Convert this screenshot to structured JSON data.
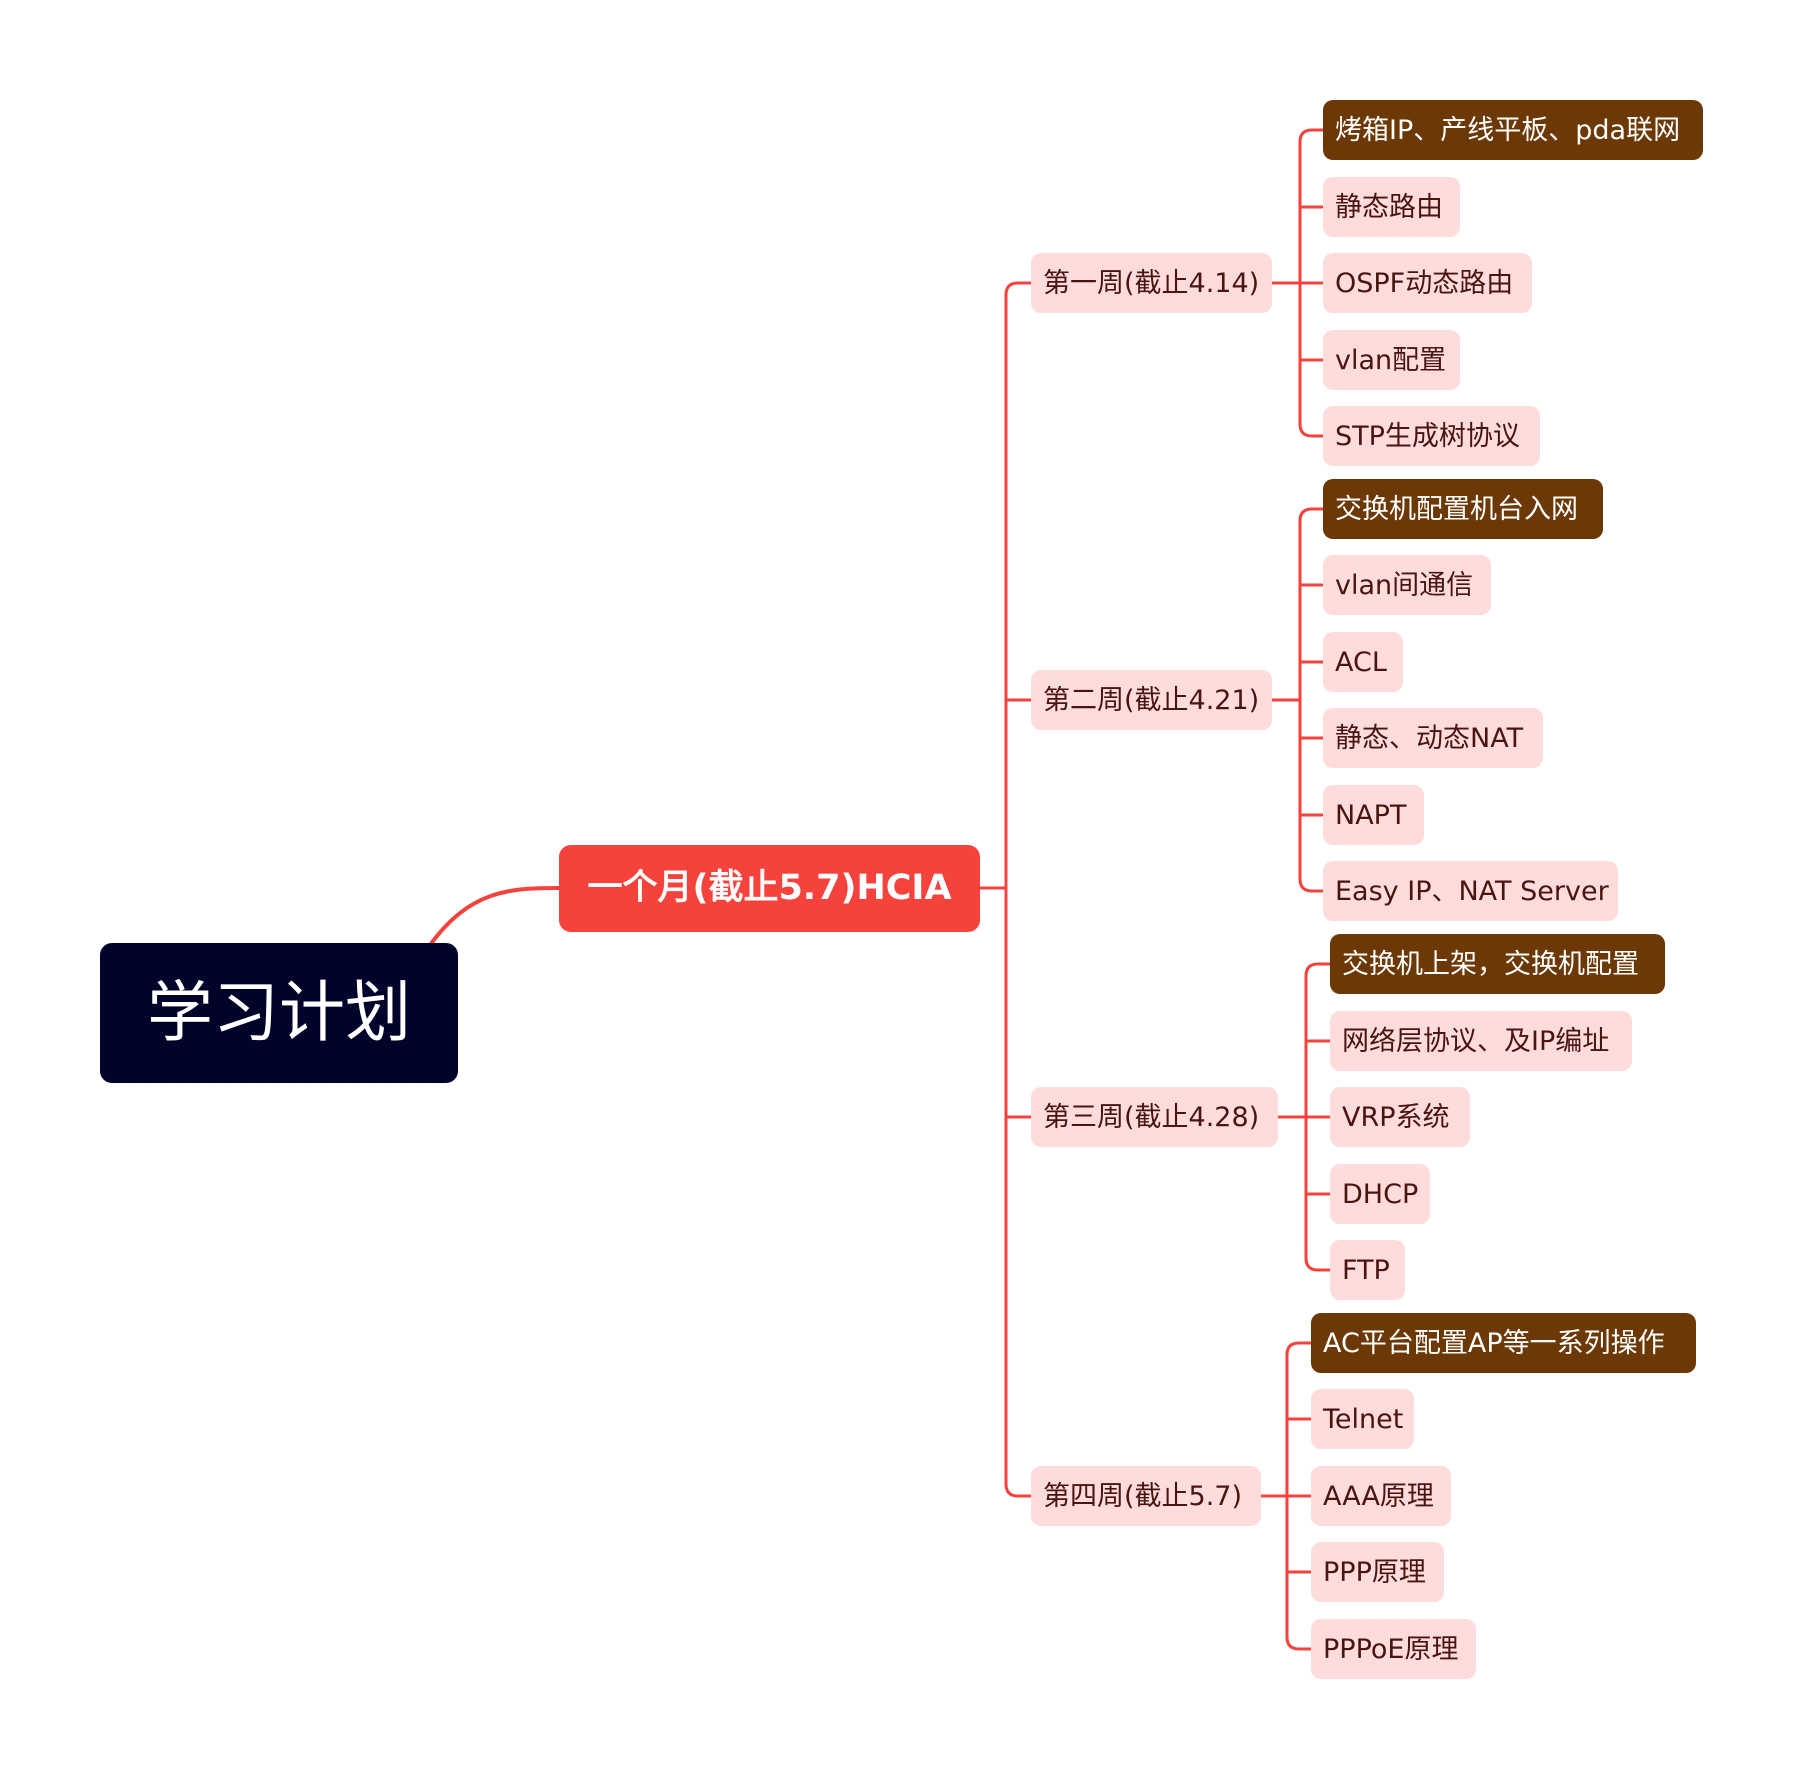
{
  "root": {
    "label": "学习计划"
  },
  "main": {
    "label": "一个月(截止5.7)HCIA"
  },
  "weeks": [
    {
      "label": "第一周(截止4.14)",
      "items": [
        "烤箱IP、产线平板、pda联网",
        "静态路由",
        "OSPF动态路由",
        "vlan配置",
        "STP生成树协议"
      ]
    },
    {
      "label": "第二周(截止4.21)",
      "items": [
        "交换机配置机台入网",
        "vlan间通信",
        "ACL",
        "静态、动态NAT",
        "NAPT",
        "Easy IP、NAT Server"
      ]
    },
    {
      "label": "第三周(截止4.28)",
      "items": [
        "交换机上架，交换机配置",
        "网络层协议、及IP编址",
        "VRP系统",
        "DHCP",
        "FTP"
      ]
    },
    {
      "label": "第四周(截止5.7)",
      "items": [
        "AC平台配置AP等一系列操作",
        "Telnet",
        "AAA原理",
        "PPP原理",
        "PPPoE原理"
      ]
    }
  ],
  "colors": {
    "root_bg": "#02032a",
    "main_bg": "#f6423c",
    "node_bg": "#fddcdb",
    "highlight_bg": "#6b3806",
    "line": "#f6423c"
  }
}
